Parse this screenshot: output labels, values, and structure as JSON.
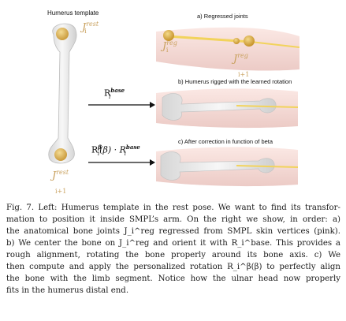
{
  "figure": {
    "template_title": "Humerus template",
    "label_rest_top": {
      "base": "J",
      "sup": "rest",
      "sub": "i"
    },
    "label_rest_bottom": {
      "base": "J",
      "sup": "rest",
      "sub": "i+1"
    },
    "label_reg_left": {
      "base": "J",
      "sup": "reg",
      "sub": "i"
    },
    "label_reg_right": {
      "base": "J",
      "sup": "reg",
      "sub": "i+1"
    },
    "formula_b": {
      "base": "R",
      "sup": "base",
      "sub": "i"
    },
    "formula_c": {
      "text": "R",
      "sup1": "β",
      "sub1": "i",
      "arg": "(β) · R",
      "sup2": "base",
      "sub2": "i"
    },
    "panel_a_title": "a) Regressed joints",
    "panel_b_title": "b) Humerus rigged with the learned rotation",
    "panel_c_title": "c) After correction in function of beta",
    "colors": {
      "bone": "#ededed",
      "joint": "#e2b65f",
      "skin": "#f6dcd8",
      "axis": "#f2d35c"
    }
  },
  "caption": {
    "lines": [
      "Fig. 7.  Left: Humerus template in the rest pose. We want to find its transfor-",
      "mation to position it inside SMPL’s arm. On the right we show, in order: a)",
      "the anatomical bone joints J_i^reg regressed from SMPL skin vertices (pink).",
      "b) We center the bone on J_i^reg and orient it with R_i^base. This provides a",
      "rough alignment, rotating the bone properly around its bone axis. c) We",
      "then compute and apply the personalized rotation R_i^β(β) to perfectly align",
      "the bone with the limb segment. Notice how the ulnar head now properly",
      "fits in the humerus distal end."
    ]
  }
}
